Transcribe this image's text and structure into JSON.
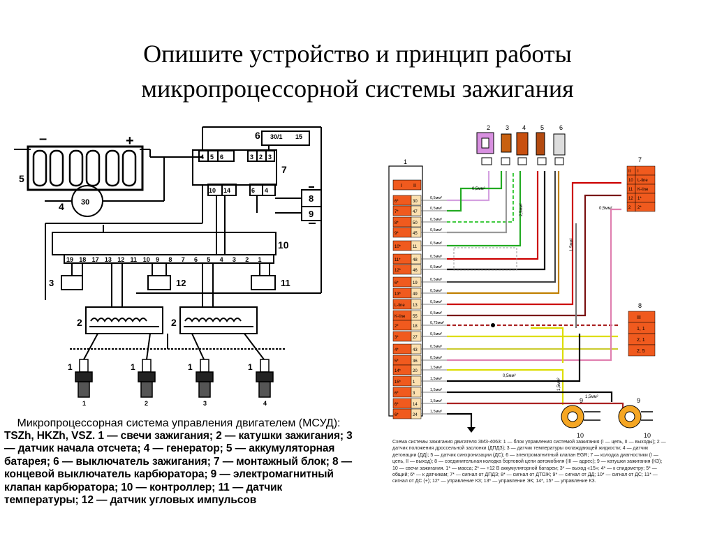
{
  "title": {
    "line1": "Опишите устройство и принцип работы",
    "line2": "микропроцессорной системы зажигания"
  },
  "left_diagram": {
    "battery_plus": "+",
    "battery_minus": "–",
    "callouts": {
      "battery": "5",
      "generator": "4",
      "generator_terminal": "30",
      "relay": "6",
      "relay_pin_a": "30/1",
      "relay_pin_b": "15",
      "block": "7",
      "switch": "8",
      "valve": "9",
      "controller": "10",
      "temp_sensor": "11",
      "angle_sensor": "12",
      "start_sensor": "3",
      "coil_left": "2",
      "coil_right": "2"
    },
    "block_top_pins": [
      "4",
      "5",
      "6",
      "3",
      "2",
      "3"
    ],
    "block_bottom_pins": [
      "10",
      "14",
      "6",
      "4"
    ],
    "controller_pins": [
      "19",
      "18",
      "17",
      "13",
      "12",
      "11",
      "10",
      "9",
      "8",
      "7",
      "6",
      "5",
      "4",
      "3",
      "2",
      "1"
    ],
    "plug_top_labels": [
      "1",
      "1",
      "1",
      "1"
    ],
    "plug_bottom_labels": [
      "1",
      "2",
      "3",
      "4"
    ]
  },
  "caption": {
    "heading": "Микропроцессорная система управления двигателем (МСУД):",
    "text": "TSZh, HKZh, VSZ. 1 — свечи зажигания; 2 — катушки зажигания; 3 — датчик начала отсчета; 4 — генератор; 5 — аккумуляторная батарея; 6 — выключатель зажигания; 7 — монтажный блок; 8 — концевой выключатель карбюратора; 9 — электромагнитный клапан карбюратора; 10 — контроллер; 11 — датчик температуры; 12 — датчик угловых импульсов"
  },
  "right_diagram": {
    "connector_label": "1",
    "connector_headers": [
      "I",
      "II"
    ],
    "connector_rows": [
      {
        "a": "6*",
        "b": "30"
      },
      {
        "a": "7*",
        "b": "47"
      },
      {
        "a": "8*",
        "b": "50"
      },
      {
        "a": "9*",
        "b": "45"
      },
      {
        "a": "10*",
        "b": "11"
      },
      {
        "a": "11*",
        "b": "48"
      },
      {
        "a": "12*",
        "b": "46"
      },
      {
        "a": "6*",
        "b": "19"
      },
      {
        "a": "13*",
        "b": "49"
      },
      {
        "a": "L-line",
        "b": "13"
      },
      {
        "a": "K-line",
        "b": "55"
      },
      {
        "a": "2*",
        "b": "18"
      },
      {
        "a": "3*",
        "b": "27"
      },
      {
        "a": "4*",
        "b": "43"
      },
      {
        "a": "5*",
        "b": "36"
      },
      {
        "a": "14*",
        "b": "20"
      },
      {
        "a": "15*",
        "b": "1"
      },
      {
        "a": "6*",
        "b": "3"
      },
      {
        "a": "6*",
        "b": "14"
      },
      {
        "a": "6*",
        "b": "24"
      }
    ],
    "wire_labels": [
      "0,5мм²",
      "0,5мм²",
      "0,5мм²",
      "0,5мм²",
      "0,5мм²",
      "0,5мм²",
      "0,5мм²",
      "0,5мм²",
      "0,5мм²",
      "0,5мм²",
      "0,5мм²",
      "0,75мм²",
      "0,5мм²",
      "0,5мм²",
      "0,5мм²",
      "1,5мм²",
      "1,5мм²",
      "1,5мм²",
      "1,5мм²",
      "1,5мм²"
    ],
    "top_components": [
      "2",
      "3",
      "4",
      "5",
      "6"
    ],
    "block7_label": "7",
    "block7_rows": [
      {
        "a": "II",
        "b": "I"
      },
      {
        "a": "10",
        "b": "L-line"
      },
      {
        "a": "11",
        "b": "K-line"
      },
      {
        "a": "12",
        "b": "1*"
      },
      {
        "a": "2",
        "b": "2*"
      }
    ],
    "block8_label": "8",
    "block8_rows": [
      "III",
      "1, 1",
      "2, 1",
      "2, 5"
    ],
    "coil_labels": [
      "9",
      "9"
    ],
    "coil_bottom_labels": [
      "10",
      "10"
    ],
    "section_labels": [
      "0,5мм²",
      "2,5мм²",
      "1,5мм²",
      "0,5мм²",
      "1,5мм²",
      "0,5мм²",
      "1,5мм²"
    ],
    "colors": {
      "connector_fill": "#f05a1e",
      "block_fill": "#f05a1e",
      "coil_fill": "#f5a623"
    }
  },
  "small_caption": "Схема системы зажигания двигателя ЗМЗ-4063: 1 — блок управления системой зажигания (I — цепь, II — выходы); 2 — датчик положения дроссельной заслонки (ДПДЗ); 3 — датчик температуры охлаждающей жидкости; 4 — датчик детонации (ДД); 5 — датчик синхронизации (ДС); 6 — электромагнитный клапан ЕGR; 7 — колодка диагностики (I — цепь, II — выход); 8 — соединительная колодка бортовой цепи автомобиля (III — адрес); 9 — катушки зажигания (КЗ); 10 — свечи зажигания. 1* — масса; 2* — +12 В аккумуляторной батареи; 3* — выход «15»; 4* — к спидометру; 5* — общий; 6* — к датчикам; 7* — сигнал от ДПДЗ; 8* — сигнал от ДТОЖ; 9* — сигнал от ДД; 10* — сигнал от ДС; 11* — сигнал от ДС (+); 12* — управление КЗ; 13* — управление ЭК; 14*, 15* — управление КЗ."
}
